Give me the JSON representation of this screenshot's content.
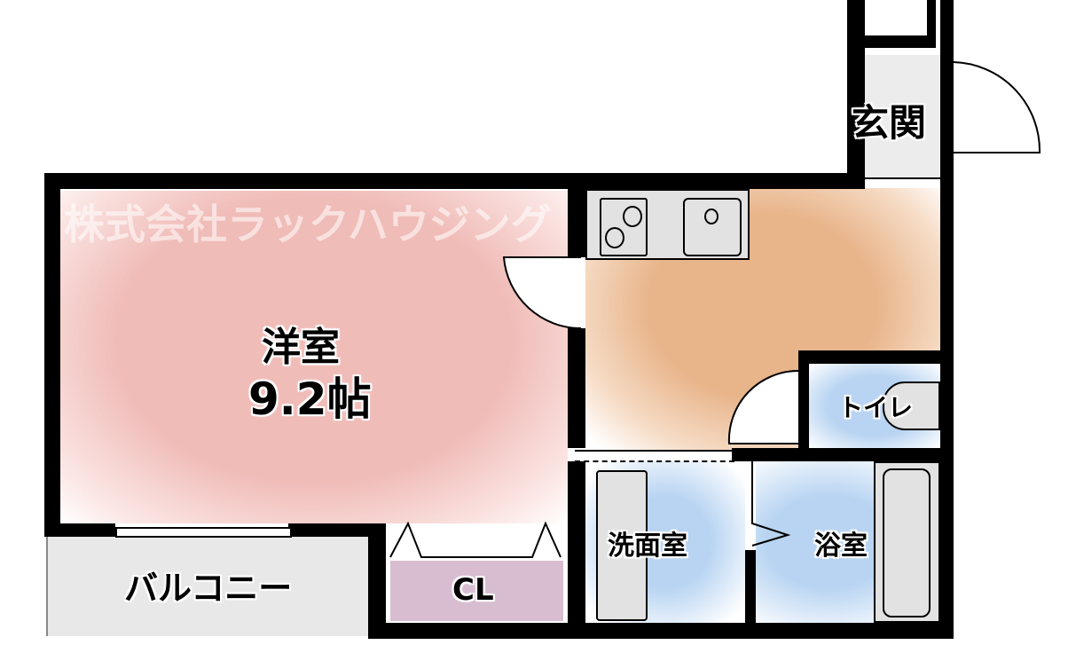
{
  "watermark": "株式会社ラックハウジング",
  "rooms": {
    "western": {
      "name": "洋室",
      "size": "9.2帖"
    },
    "entrance": "玄関",
    "toilet": "トイレ",
    "washroom": "洗面室",
    "bathroom": "浴室",
    "balcony": "バルコニー",
    "closet": "CL"
  },
  "colors": {
    "western": "#f2c4c0",
    "kitchen": "#e8b48a",
    "wet": "#b8d4f2",
    "closet": "#d8bcd0",
    "fixture": "#e2e2e2",
    "wall": "#000000"
  }
}
